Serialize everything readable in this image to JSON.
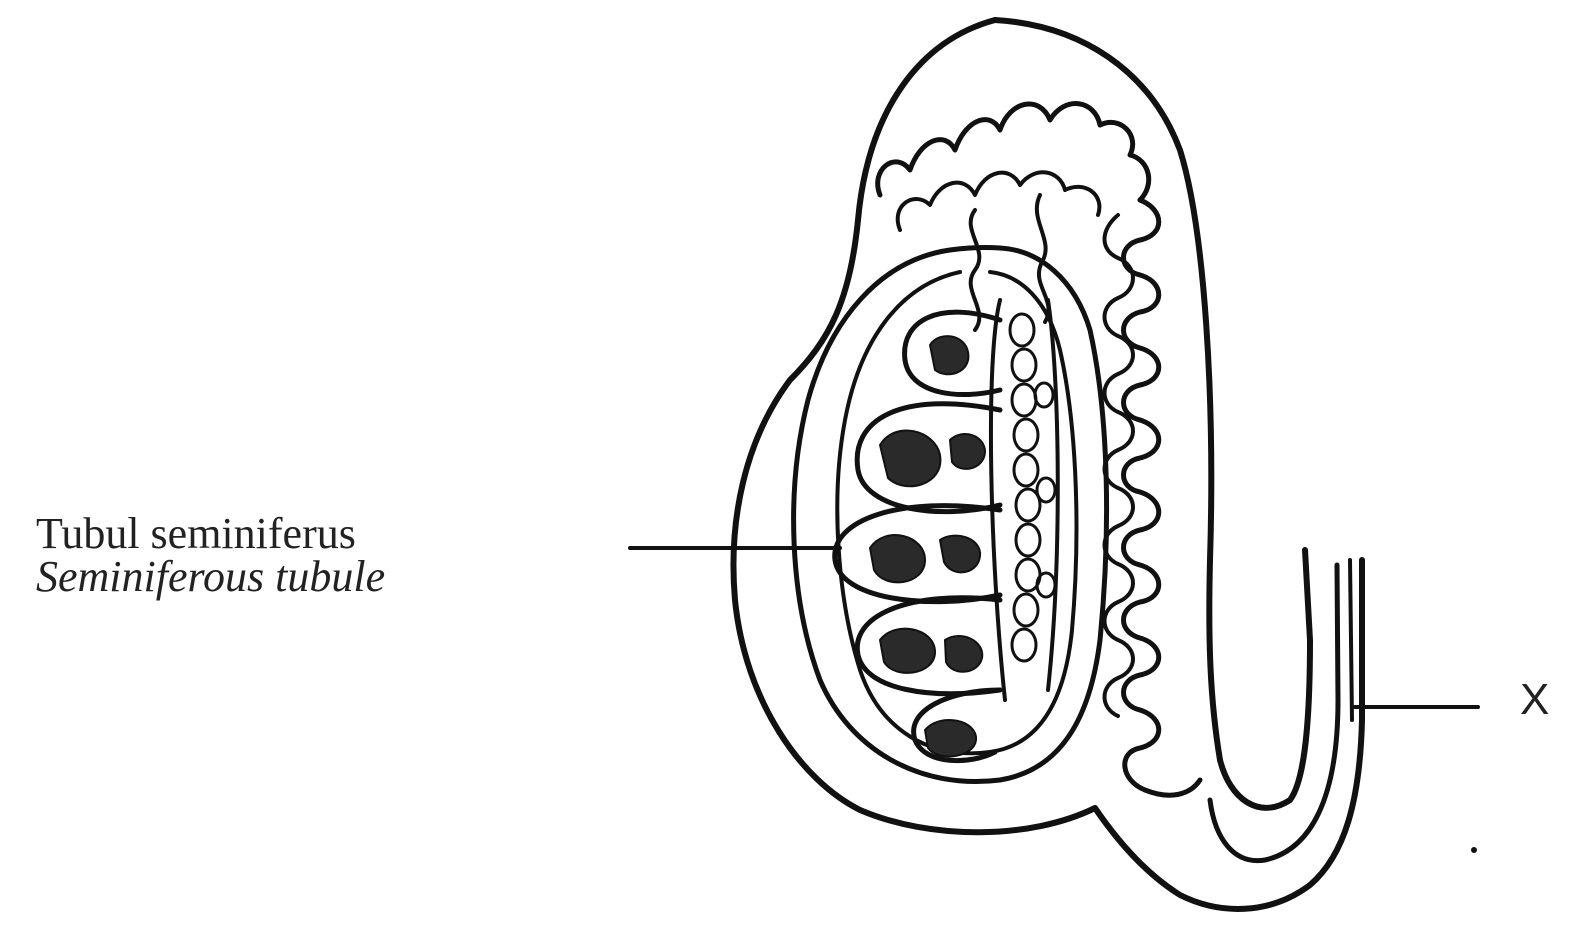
{
  "labels": {
    "seminiferous_malay": "Tubul seminiferus",
    "seminiferous_english": "Seminiferous tubule",
    "unknown_structure": "X"
  },
  "colors": {
    "ink": "#111111",
    "background": "#ffffff"
  }
}
